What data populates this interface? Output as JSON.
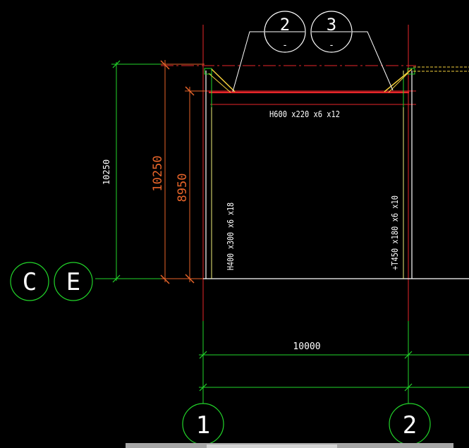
{
  "colors": {
    "background": "#000000",
    "axis_red": "#e8262a",
    "dim_green": "#22d62a",
    "dim_orange": "#e8652a",
    "steel_white": "#ffffff",
    "steel_yellow": "#f0ef7a",
    "brace_yellow": "#f5cf3c",
    "bubble_white": "#ffffff"
  },
  "dimensions": {
    "overall_height_left": "10250",
    "overall_height_right": "10250",
    "column_height": "8950",
    "span_width": "10000"
  },
  "members": {
    "beam_label": "H600 x220 x6 x12",
    "left_column_label": "H400 x300 x6 x18",
    "right_column_label": "+T450 x180 x6 x10"
  },
  "grid_bubbles": {
    "left_letters": [
      "C",
      "E"
    ],
    "bottom_numbers": [
      "1",
      "2"
    ]
  },
  "detail_callouts": [
    {
      "number": "2",
      "sheet": "-"
    },
    {
      "number": "3",
      "sheet": "-"
    }
  ]
}
